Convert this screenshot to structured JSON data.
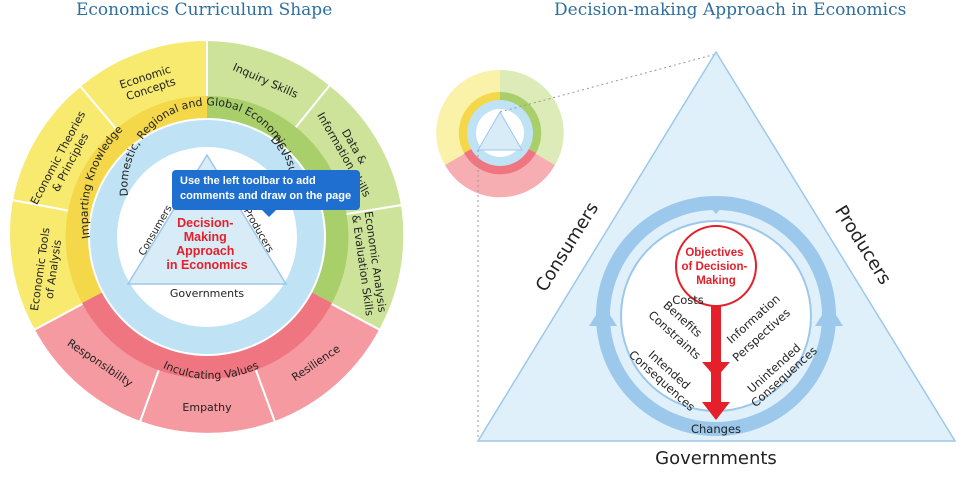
{
  "titles": {
    "left": "Economics Curriculum Shape",
    "right": "Decision-making Approach in Economics"
  },
  "curriculum_wheel": {
    "outer_segments": {
      "economic_concepts": [
        "Economic",
        "Concepts"
      ],
      "economic_theories": [
        "Economic Theories",
        "& Principles"
      ],
      "economic_tools": [
        "Economic Tools",
        "of Analysis"
      ],
      "inquiry_skills": "Inquiry Skills",
      "data_information": [
        "Data &",
        "Information Skills"
      ],
      "economic_analysis": [
        "Economic Analysis",
        "& Evaluation Skills"
      ],
      "responsibility": "Responsibility",
      "empathy": "Empathy",
      "resilience": "Resilience"
    },
    "middle_ring": {
      "imparting": "Imparting Knowledge",
      "developing": "Developing Skills",
      "inculcating": "Inculcating Values"
    },
    "inner_ring": "Domestic, Regional and Global Economic Issues",
    "center": {
      "consumers": "Consumers",
      "producers": "Producers",
      "governments": "Governments",
      "dma": [
        "Decision-",
        "Making",
        "Approach",
        "in Economics"
      ]
    },
    "colors": {
      "yellow": "#f7ea6e",
      "yellow_dark": "#f5d84a",
      "green": "#cde39a",
      "green_dark": "#a9cf6a",
      "red": "#f59aa0",
      "red_dark": "#ef7680",
      "blue": "#bfe2f4",
      "center": "#ffffff"
    }
  },
  "tooltip": {
    "text": "Use the left toolbar to add comments and draw on the page"
  },
  "decision_diagram": {
    "sides": {
      "consumers": "Consumers",
      "producers": "Producers",
      "governments": "Governments"
    },
    "objectives": [
      "Objectives",
      "of Decision-",
      "Making"
    ],
    "left_inner": [
      "Costs",
      "Benefits",
      "Constraints"
    ],
    "right_inner": [
      "Information",
      "Perspectives"
    ],
    "intended": [
      "Intended",
      "Consequences"
    ],
    "unintended": [
      "Unintended",
      "Consequences"
    ],
    "changes": "Changes",
    "colors": {
      "triangle": "#dff0fa",
      "ring": "#9cc8ec",
      "arrow": "#e4202a"
    }
  }
}
